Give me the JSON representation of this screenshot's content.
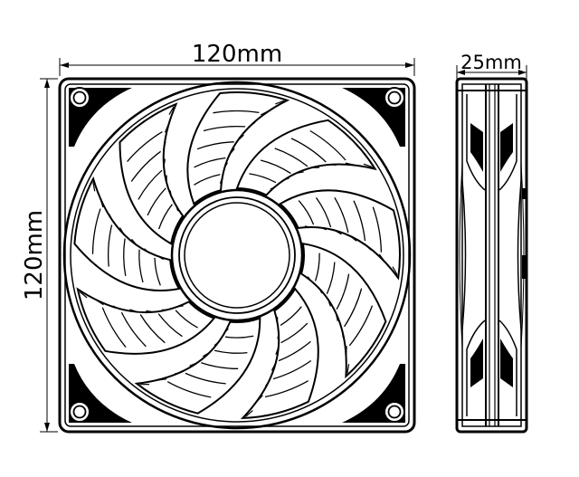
{
  "dimensions": {
    "front_width": "120mm",
    "front_height": "120mm",
    "side_depth": "25mm"
  },
  "colors": {
    "line": "#000000",
    "background": "#ffffff"
  },
  "fan": {
    "blade_count": 9
  }
}
